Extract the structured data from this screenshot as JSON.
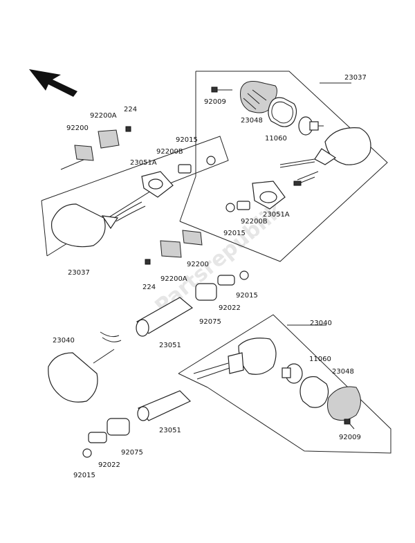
{
  "watermark": "Partsrepublik",
  "labels": {
    "p23037_top": "23037",
    "p92009_top": "92009",
    "p23048_top": "23048",
    "p11060_top": "11060",
    "p23051A_right": "23051A",
    "p92200B_right": "92200B",
    "p92015_right": "92015",
    "p224_upper": "224",
    "p92200A_upper": "92200A",
    "p92200_upper": "92200",
    "p92015_upper": "92015",
    "p92200B_left": "92200B",
    "p23051A_left": "23051A",
    "p23037_left": "23037",
    "p92200_mid": "92200",
    "p224_mid": "224",
    "p92200A_mid": "92200A",
    "p92015_mid": "92015",
    "p92022_mid": "92022",
    "p92075_mid": "92075",
    "p23051_mid": "23051",
    "p23040_left": "23040",
    "p23040_right": "23040",
    "p11060_bottom": "11060",
    "p23048_bottom": "23048",
    "p23051_bottom": "23051",
    "p92075_bottom": "92075",
    "p92022_bottom": "92022",
    "p92015_bottom": "92015",
    "p92009_bottom": "92009"
  }
}
